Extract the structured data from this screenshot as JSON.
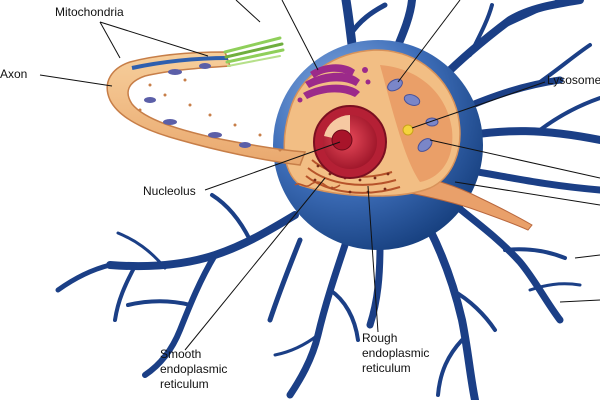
{
  "labels": {
    "mitochondria": "Mitochondria",
    "axon": "Axon",
    "lysosome": "Lysosome",
    "nucleolus": "Nucleolus",
    "smooth_er": "Smooth\nendoplasmic\nreticulum",
    "rough_er": "Rough\nendoplasmic\nreticulum"
  },
  "colors": {
    "dendrite": "#1b3f86",
    "soma_light": "#6f9ad6",
    "soma_dark": "#17407f",
    "cytoplasm": "#f2be84",
    "cytoplasm_dark": "#e58a55",
    "nucleus": "#c8243a",
    "nucleolus": "#a8142a",
    "golgi": "#9c2a8a",
    "mitochondria": "#7a86c8",
    "lysosome": "#f5d43c",
    "myelin_green": "#8fcf5a",
    "leader_line": "#111111"
  }
}
